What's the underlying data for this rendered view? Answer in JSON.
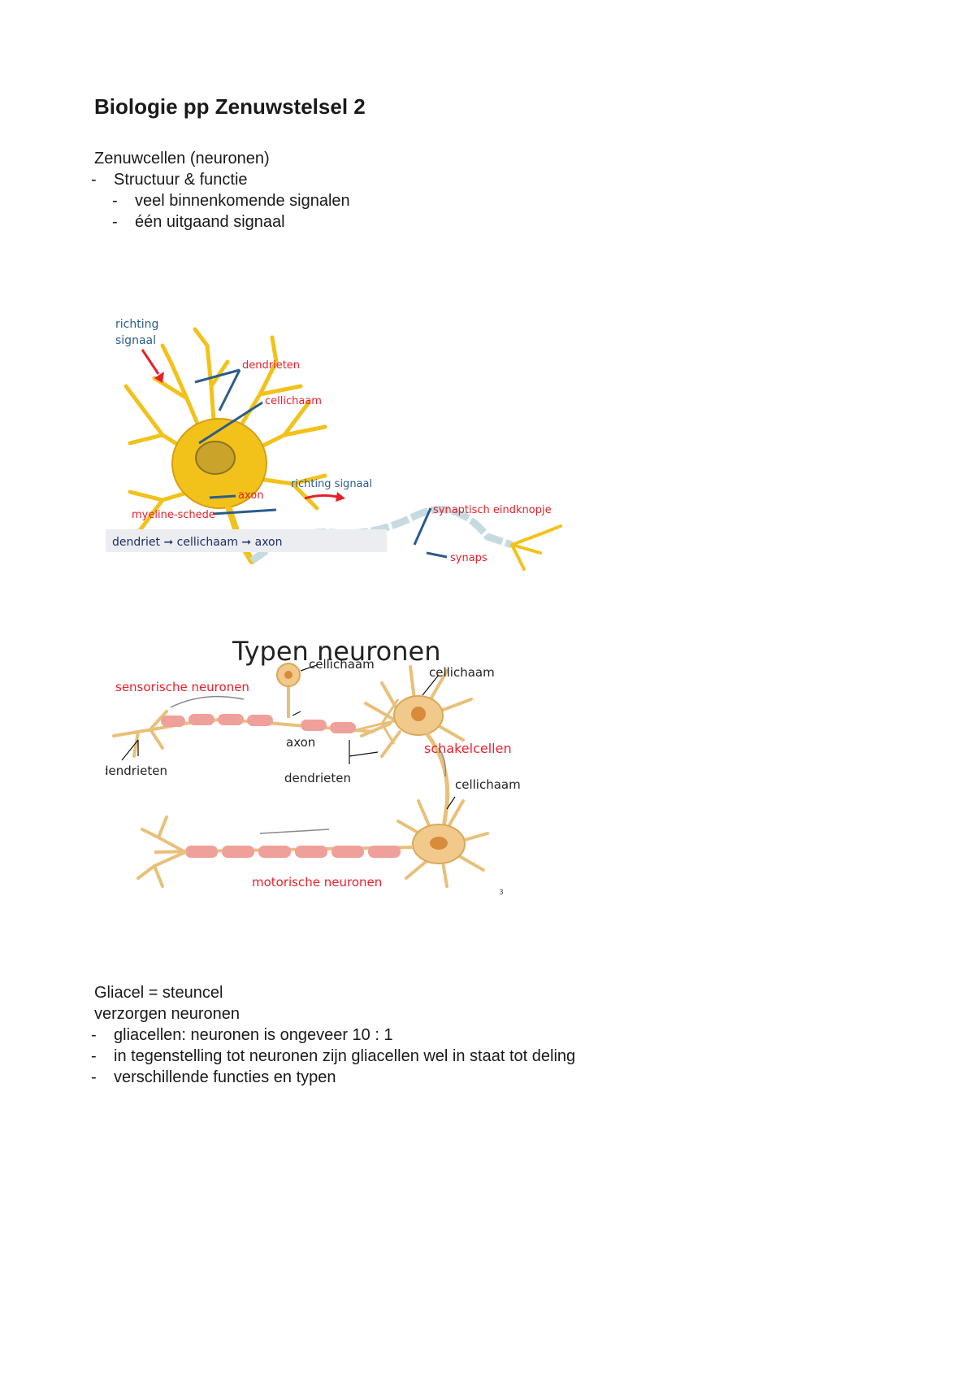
{
  "document": {
    "title": "Biologie pp Zenuwstelsel 2",
    "section1": {
      "heading": "Zenuwcellen (neuronen)",
      "item1": "Structuur & functie",
      "subitem1": "veel binnenkomende signalen",
      "subitem2": "één uitgaand signaal"
    },
    "section2": {
      "heading": "Gliacel = steuncel",
      "subheading": "verzorgen neuronen",
      "item1": "gliacellen: neuronen is ongeveer 10 : 1",
      "item2": "in tegenstelling tot neuronen zijn gliacellen wel in staat tot deling",
      "item3": "verschillende functies en typen"
    },
    "bullet_symbol": "-"
  },
  "figure1": {
    "label_direction_signal_1": "richting",
    "label_direction_signal_2": "signaal",
    "label_dendrites": "dendrieten",
    "label_cell_body": "cellichaam",
    "label_axon": "axon",
    "label_direction_signal_axon": "richting signaal",
    "label_myelin": "myeline-schede",
    "label_synaptic_knob": "synaptisch eindknopje",
    "label_synapse": "synaps",
    "flow_text": "dendriet ➞ cellichaam ➞ axon",
    "colors": {
      "red": "#e8202a",
      "blue": "#2b5c8c",
      "yellow": "#f2c21b"
    }
  },
  "figure2": {
    "title": "Typen neuronen",
    "label_sensory": "sensorische neuronen",
    "label_cell_body_top": "cellichaam",
    "label_axon": "axon",
    "label_dendrites_left": "dendrieten",
    "label_dendrites_mid": "dendrieten",
    "label_cell_body_inter": "cellichaam",
    "label_interneurons": "schakelcellen",
    "label_cell_body_motor": "cellichaam",
    "label_motor": "motorische neuronen",
    "page_mark": "3",
    "colors": {
      "red": "#e8202a",
      "neuron": "#f1c98a",
      "myelin": "#f0a09a"
    }
  }
}
